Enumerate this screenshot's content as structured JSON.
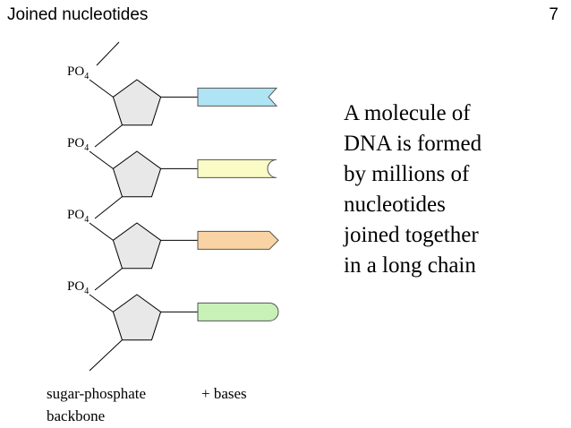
{
  "slide": {
    "title": "Joined nucleotides",
    "number": "7"
  },
  "diagram": {
    "phosphate_label": "PO",
    "phosphate_subscript": "4",
    "sugar_fill": "#e8e8e8",
    "bases": [
      {
        "shape": "notch-in",
        "color": "#aee4f3"
      },
      {
        "shape": "round-in",
        "color": "#fbfbc6"
      },
      {
        "shape": "point-out",
        "color": "#f9d3a4"
      },
      {
        "shape": "round-out",
        "color": "#c8f1b8"
      }
    ],
    "backbone_label_line1": "sugar-phosphate",
    "backbone_label_line2": "backbone",
    "bases_label": "+ bases"
  },
  "description": [
    "A molecule of",
    "DNA is formed",
    "by millions of",
    "nucleotides",
    "joined together",
    "in a long chain"
  ]
}
